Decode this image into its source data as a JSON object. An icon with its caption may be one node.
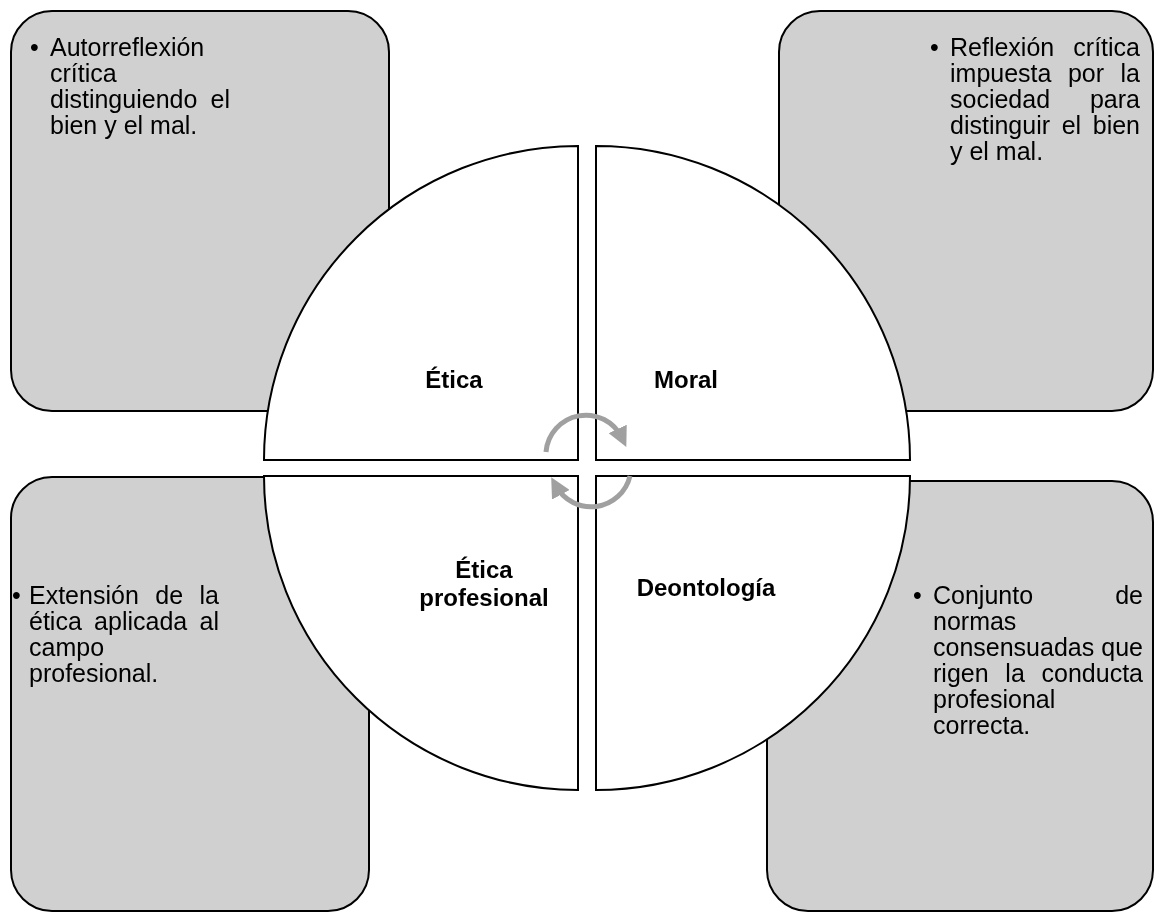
{
  "diagram": {
    "nodes": [
      {
        "text": [
          "•",
          "Autorreflexión crítica distinguiendo el bien y el mal."
        ]
      },
      {
        "text": [
          "•",
          "Reflexión crítica impuesta por la sociedad para distinguir el bien y el mal."
        ]
      },
      {
        "text": [
          "•",
          "Extensión de la ética aplicada al campo profesional."
        ]
      },
      {
        "text": [
          "•",
          "Conjunto de normas consensuadas que rigen la conducta profesional correcta."
        ]
      },
      {
        "text": [
          "Ética"
        ]
      },
      {
        "text": [
          "Moral"
        ]
      },
      {
        "text": [
          "Ética profesional"
        ]
      },
      {
        "text": [
          "Deontología"
        ]
      }
    ],
    "edges": [
      {
        "from": 4,
        "to": 5,
        "arrow": "to"
      },
      {
        "from": 7,
        "to": 6,
        "arrow": "to"
      }
    ]
  }
}
